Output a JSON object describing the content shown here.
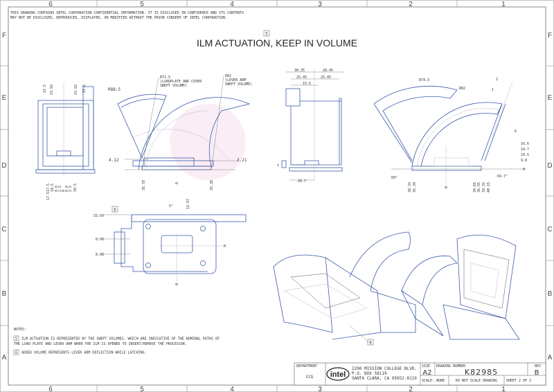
{
  "confidential_notice": [
    "THIS DRAWING CONTAINS INTEL CORPORATION CONFIDENTIAL INFORMATION. IT IS DISCLOSED IN CONFIDENCE AND ITS CONTENTS",
    "MAY NOT BE DISCLOSED, REPRODUCED, DISPLAYED, OR MODIFIED WITHOUT THE PRIOR CONSENT OF INTEL CORPORATION."
  ],
  "zones": {
    "columns": [
      "6",
      "5",
      "4",
      "3",
      "2",
      "1"
    ],
    "rows": [
      "F",
      "E",
      "D",
      "C",
      "B",
      "A"
    ]
  },
  "title": {
    "flag": "5",
    "text": "ILM ACTUATION, KEEP IN VOLUME"
  },
  "view_side": {
    "top_dims": [
      "21.5",
      "19.92",
      "19.92",
      "21.5"
    ],
    "bottom_dims": [
      "17.5",
      "10.5",
      "8.8",
      "2.5",
      "0",
      "8.8",
      "2.5",
      "10.5"
    ]
  },
  "view_front": {
    "r_cover": "R88.5",
    "r_loadplate": [
      "R71.5",
      "(LOADPLATE AND COVER",
      "SWEPT VOLUME)"
    ],
    "r_lever": [
      "R82",
      "(LEVER ARM",
      "SWEPT VOLUME)"
    ],
    "h_left": "4.12",
    "h_right": "3.21",
    "bottom_dims": [
      "35.78",
      "0",
      "35.38"
    ]
  },
  "view_end": {
    "top_dims": [
      "30.35",
      "28.45",
      "25.45",
      "25.45",
      "15.5"
    ],
    "height": "7",
    "bottom": "26.7"
  },
  "view_right": {
    "r_outer": "R74.3",
    "r_lever": "R82",
    "angle_left": "60°",
    "angle_right": "69.7°",
    "thickness": [
      "2",
      "1",
      "6"
    ],
    "side_dims": [
      "16.6",
      "14.7",
      "10.5",
      "9.8",
      "0"
    ],
    "bottom_dims": [
      "38.33",
      "35.34",
      "0",
      "34.65",
      "36.55",
      "39.32",
      "40.15"
    ]
  },
  "view_top": {
    "flag": "6",
    "dims": [
      "33.69",
      "5°",
      "12.97",
      "8.08",
      "8.08",
      "0",
      "0"
    ]
  },
  "iso_callout": "6",
  "notes": {
    "heading": "NOTES:",
    "items": [
      {
        "flag": "5",
        "lines": [
          "ILM ACTUATION IS REPRESENTED BY THE SWEPT VOLUMES, WHICH ARE INDICATIVE OF THE NOMINAL PATHS OF",
          "THE LOAD PLATE AND LEVER ARM WHEN THE ILM IS OPENED TO INSERT/REMOVE THE PROCESSOR."
        ]
      },
      {
        "flag": "6",
        "lines": [
          "ADDED VOLUME REPRESENTS LEVER ARM DEFLECTION WHILE LATCHING."
        ]
      }
    ]
  },
  "title_block": {
    "department_label": "DEPARTMENT",
    "department": "CCG",
    "logo": "intel",
    "address": [
      "2200 MISSION COLLEGE BLVD.",
      "P.O. BOX 58119",
      "SANTA CLARA, CA 95052-8119"
    ],
    "size_label": "SIZE",
    "size": "A2",
    "drawing_number_label": "DRAWING NUMBER",
    "drawing_number": "K82985",
    "rev_label": "REV",
    "rev": "B",
    "scale": "SCALE: NONE",
    "do_not_scale": "DO NOT SCALE DRAWING",
    "sheet": "SHEET 2 OF 2"
  }
}
